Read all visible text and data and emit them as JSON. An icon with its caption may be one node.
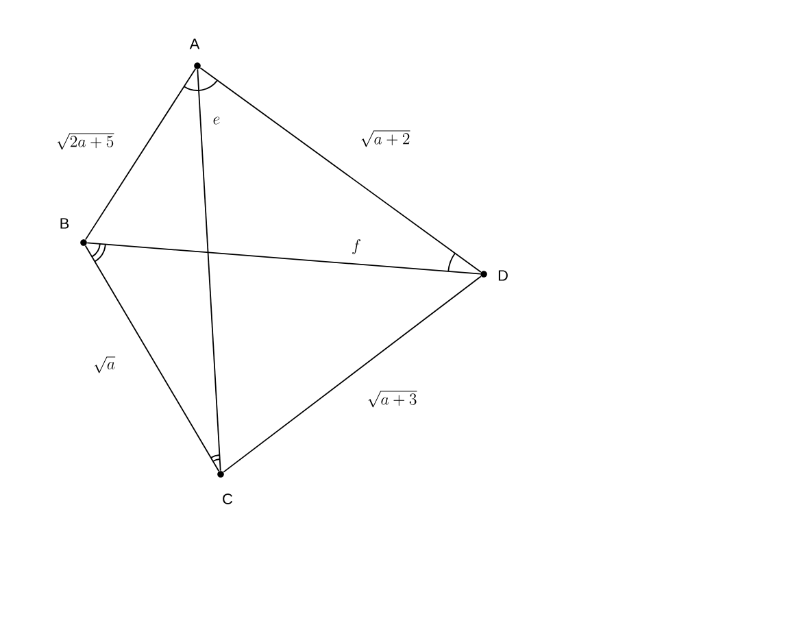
{
  "diagram": {
    "nodes": [
      {
        "text": [
          "A"
        ]
      },
      {
        "text": [
          "B"
        ]
      },
      {
        "text": [
          "C"
        ]
      },
      {
        "text": [
          "D"
        ]
      }
    ],
    "edges": [
      {
        "from": 0,
        "to": 1,
        "arrow": "none",
        "label": "\\sqrt{2a+5}"
      },
      {
        "from": 0,
        "to": 3,
        "arrow": "none",
        "label": "\\sqrt{a+2}"
      },
      {
        "from": 0,
        "to": 2,
        "arrow": "none",
        "label": "e"
      },
      {
        "from": 1,
        "to": 3,
        "arrow": "none",
        "label": "f"
      },
      {
        "from": 1,
        "to": 2,
        "arrow": "none",
        "label": "\\sqrt{a}"
      },
      {
        "from": 2,
        "to": 3,
        "arrow": "none",
        "label": "\\sqrt{a+3}"
      }
    ]
  }
}
